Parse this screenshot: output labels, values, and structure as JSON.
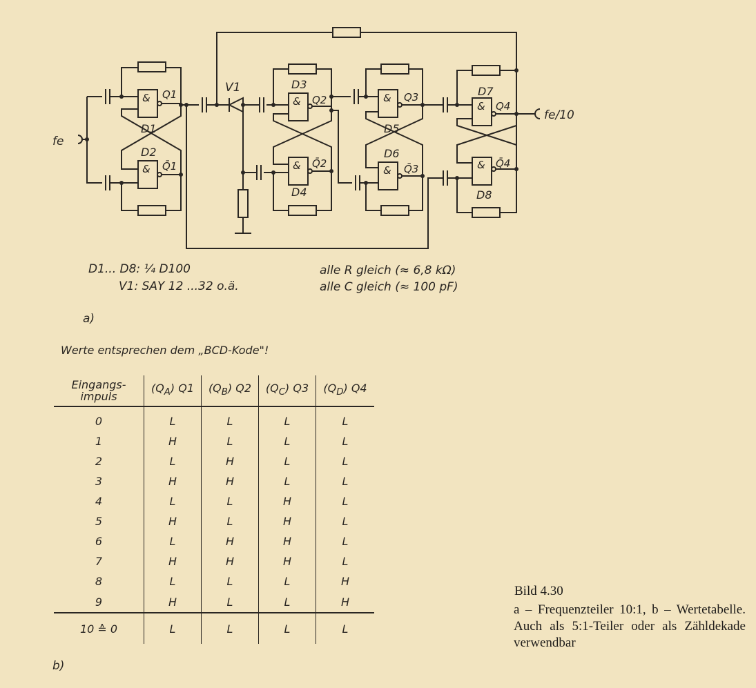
{
  "circuit": {
    "input_label": "fe",
    "output_label": "fe/10",
    "gate_symbol": "&",
    "gates": [
      "D1",
      "D2",
      "D3",
      "D4",
      "D5",
      "D6",
      "D7",
      "D8"
    ],
    "outputs": [
      "Q1",
      "Q̄1",
      "Q2",
      "Q̄2",
      "Q3",
      "Q̄3",
      "Q4",
      "Q̄4"
    ],
    "diode_label": "V1"
  },
  "notes": {
    "line1": "D1... D8: ¼ D100",
    "line2": "V1: SAY 12 ...32 o.ä.",
    "r_note": "alle R gleich (≈ 6,8 kΩ)",
    "c_note": "alle C gleich (≈ 100 pF)",
    "part_a": "a)",
    "part_b": "b)"
  },
  "bcd_note": "Werte entsprechen dem „BCD-Kode\"!",
  "table": {
    "headers": [
      "Eingangs- impuls",
      "(QA) Q1",
      "(QB) Q2",
      "(QC) Q3",
      "(QD) Q4"
    ],
    "header_parts": {
      "eingangs": "Eingangs-",
      "impuls": "impuls",
      "q1": "Q1",
      "q1_sub": "A",
      "q2": "Q2",
      "q2_sub": "B",
      "q3": "Q3",
      "q3_sub": "C",
      "q4": "Q4",
      "q4_sub": "D"
    },
    "rows": [
      [
        "0",
        "L",
        "L",
        "L",
        "L"
      ],
      [
        "1",
        "H",
        "L",
        "L",
        "L"
      ],
      [
        "2",
        "L",
        "H",
        "L",
        "L"
      ],
      [
        "3",
        "H",
        "H",
        "L",
        "L"
      ],
      [
        "4",
        "L",
        "L",
        "H",
        "L"
      ],
      [
        "5",
        "H",
        "L",
        "H",
        "L"
      ],
      [
        "6",
        "L",
        "H",
        "H",
        "L"
      ],
      [
        "7",
        "H",
        "H",
        "H",
        "L"
      ],
      [
        "8",
        "L",
        "L",
        "L",
        "H"
      ],
      [
        "9",
        "H",
        "L",
        "L",
        "H"
      ]
    ],
    "final_row": [
      "10 ≙ 0",
      "L",
      "L",
      "L",
      "L"
    ]
  },
  "caption": {
    "title": "Bild 4.30",
    "text": "a – Frequenzteiler 10:1, b – Wertetabelle. Auch als 5:1-Teiler oder als Zähldekade verwendbar"
  }
}
